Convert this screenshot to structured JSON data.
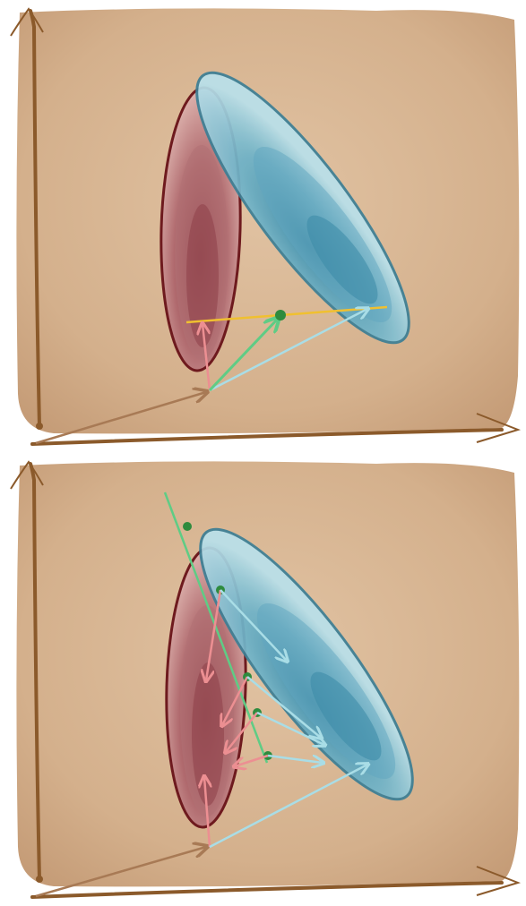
{
  "figure": {
    "panels": [
      {
        "id": "top",
        "description_name": "mean-difference-panel"
      },
      {
        "id": "bottom",
        "description_name": "projection-panel"
      }
    ],
    "colors": {
      "paper": "#d8b694",
      "paper_dark": "#c79f7c",
      "frame": "#8b5a2b",
      "red_fill": "#a0585e",
      "red_edge": "#6e1a1e",
      "blue_fill": "#6fb4c8",
      "blue_edge": "#3d7f95",
      "green": "#5fcc85",
      "green_dot": "#2e8b3e",
      "yellow": "#f0c030",
      "pink_arrow": "#ec8f92",
      "cyan_arrow": "#a9dde6",
      "origin_arrow": "#a87a55"
    }
  }
}
